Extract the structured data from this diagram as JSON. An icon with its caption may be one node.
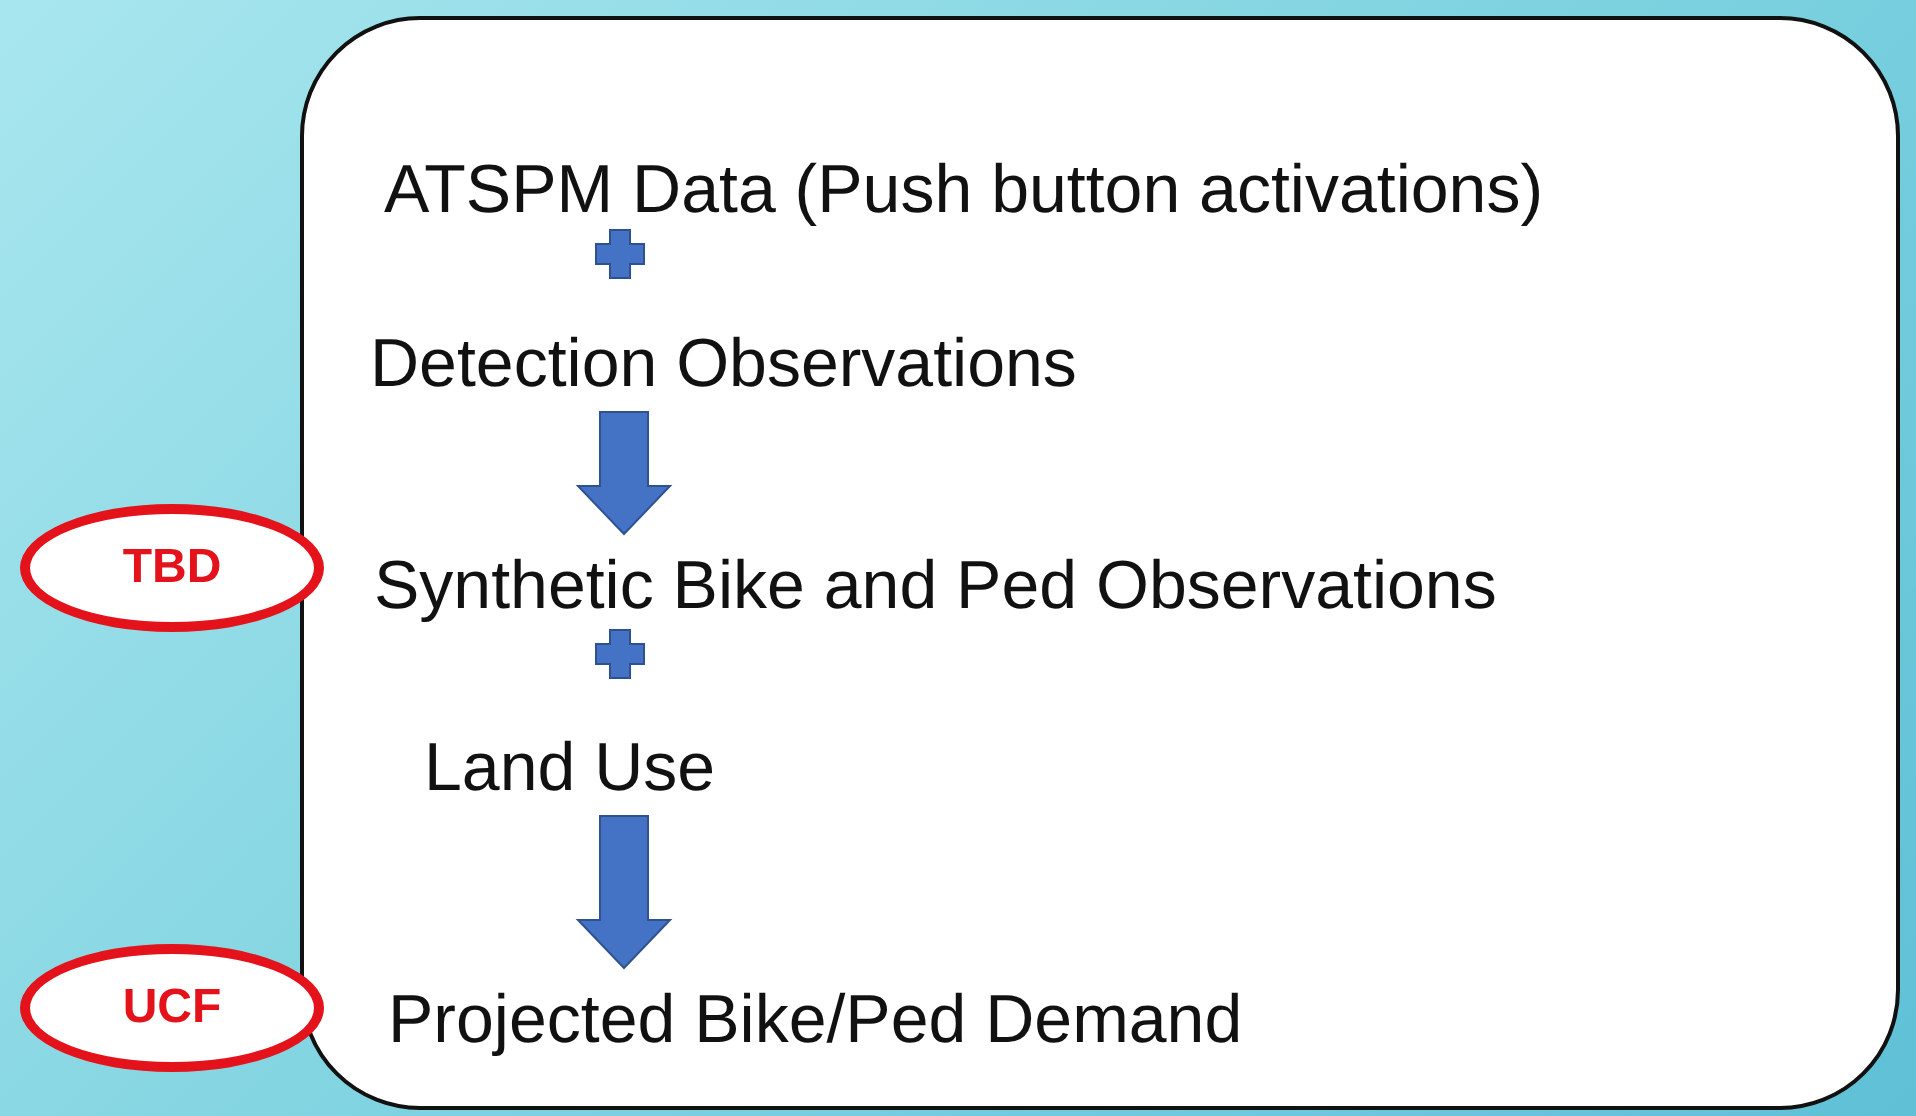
{
  "diagram": {
    "nodes": [
      {
        "text": [],
        "shape": "box"
      },
      {
        "text": [
          "ATSPM Data (Push button activations)"
        ],
        "in": 0
      },
      {
        "text": [
          "Detection Observations"
        ],
        "in": 0
      },
      {
        "text": [
          "Synthetic Bike and Ped Observations"
        ],
        "in": 0
      },
      {
        "text": [
          "Land Use"
        ],
        "in": 0
      },
      {
        "text": [
          "Projected Bike/Ped Demand"
        ],
        "in": 0
      },
      {
        "text": [
          "TBD"
        ]
      },
      {
        "text": [
          "UCF"
        ]
      }
    ],
    "edges": [
      {
        "from": 2,
        "to": 3,
        "arrow": "to"
      },
      {
        "from": 4,
        "to": 5,
        "arrow": "to"
      }
    ]
  }
}
